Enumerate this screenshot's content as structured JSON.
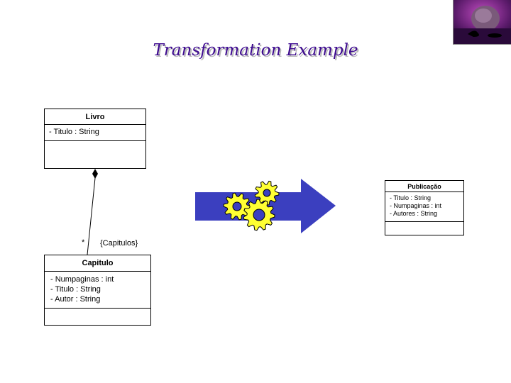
{
  "slide": {
    "title": "Transformation Example"
  },
  "source_model": {
    "livro": {
      "name": "Livro",
      "attributes": [
        "- Titulo : String"
      ]
    },
    "capitulo": {
      "name": "Capitulo",
      "attributes": [
        "- Numpaginas : int",
        "- Titulo : String",
        "- Autor : String"
      ]
    },
    "association": {
      "multiplicity": "*",
      "role": "{Capitulos}"
    }
  },
  "target_model": {
    "publicacao": {
      "name": "Publicação",
      "attributes": [
        "- Titulo : String",
        "- Numpaginas : int",
        "- Autores : String"
      ]
    }
  },
  "colors": {
    "title": "#3d0a8f",
    "arrow": "#3b3fbf",
    "gear": "#ffff33"
  },
  "icons": {
    "transform": "gears-icon",
    "direction": "arrow-right-icon"
  }
}
